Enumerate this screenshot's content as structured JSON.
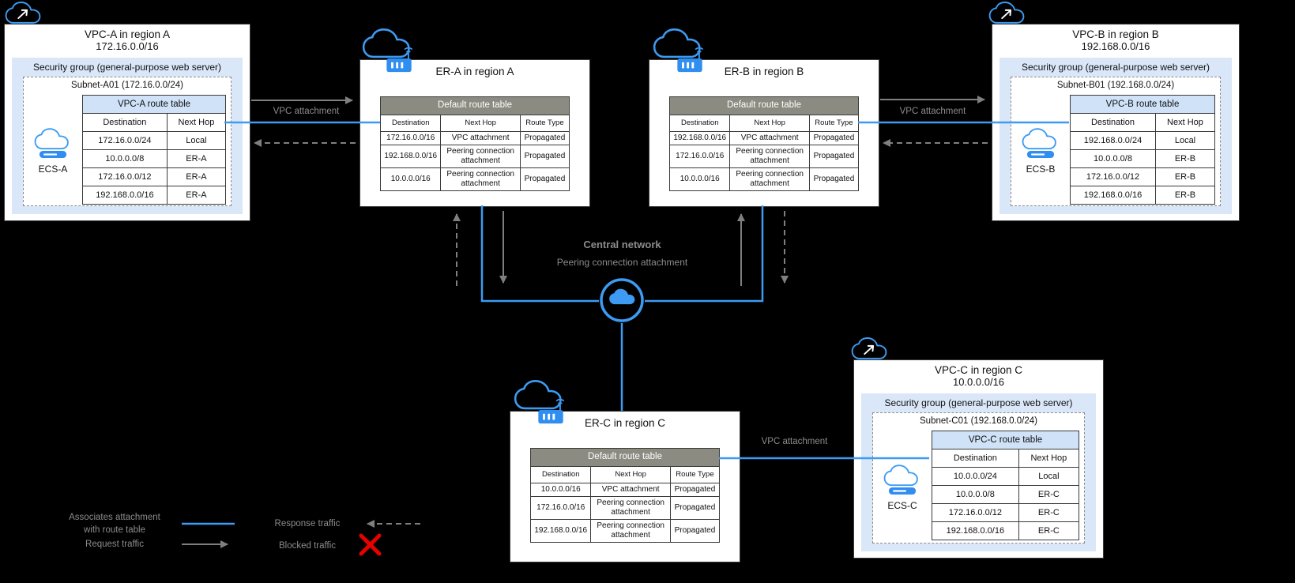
{
  "colors": {
    "accent_blue": "#3d9bf3",
    "arrow_gray": "#7f7f7f",
    "label_gray": "#8c8c8c",
    "er_table_header": "#8b8b82",
    "security_group_bg": "#d9e7f8",
    "route_table_title_bg": "#cfe2f7",
    "blocked_red": "#e60000"
  },
  "vpcs": {
    "a": {
      "title": "VPC-A in region A",
      "cidr": "172.16.0.0/16",
      "security_group": "Security group (general-purpose web server)",
      "subnet": "Subnet-A01 (172.16.0.0/24)",
      "ecs": "ECS-A",
      "table": {
        "title": "VPC-A route table",
        "headers": [
          "Destination",
          "Next Hop"
        ],
        "rows": [
          [
            "172.16.0.0/24",
            "Local"
          ],
          [
            "10.0.0.0/8",
            "ER-A"
          ],
          [
            "172.16.0.0/12",
            "ER-A"
          ],
          [
            "192.168.0.0/16",
            "ER-A"
          ]
        ]
      }
    },
    "b": {
      "title": "VPC-B in region B",
      "cidr": "192.168.0.0/16",
      "security_group": "Security group (general-purpose web server)",
      "subnet": "Subnet-B01 (192.168.0.0/24)",
      "ecs": "ECS-B",
      "table": {
        "title": "VPC-B route table",
        "headers": [
          "Destination",
          "Next Hop"
        ],
        "rows": [
          [
            "192.168.0.0/24",
            "Local"
          ],
          [
            "10.0.0.0/8",
            "ER-B"
          ],
          [
            "172.16.0.0/12",
            "ER-B"
          ],
          [
            "192.168.0.0/16",
            "ER-B"
          ]
        ]
      }
    },
    "c": {
      "title": "VPC-C in region C",
      "cidr": "10.0.0.0/16",
      "security_group": "Security group (general-purpose web server)",
      "subnet": "Subnet-C01 (192.168.0.0/24)",
      "ecs": "ECS-C",
      "table": {
        "title": "VPC-C route table",
        "headers": [
          "Destination",
          "Next Hop"
        ],
        "rows": [
          [
            "10.0.0.0/24",
            "Local"
          ],
          [
            "10.0.0.0/8",
            "ER-C"
          ],
          [
            "172.16.0.0/12",
            "ER-C"
          ],
          [
            "192.168.0.0/16",
            "ER-C"
          ]
        ]
      }
    }
  },
  "ers": {
    "a": {
      "title": "ER-A in region A",
      "table": {
        "title": "Default route table",
        "headers": [
          "Destination",
          "Next Hop",
          "Route Type"
        ],
        "rows": [
          [
            "172.16.0.0/16",
            "VPC attachment",
            "Propagated"
          ],
          [
            "192.168.0.0/16",
            "Peering connection attachment",
            "Propagated"
          ],
          [
            "10.0.0.0/16",
            "Peering connection attachment",
            "Propagated"
          ]
        ]
      }
    },
    "b": {
      "title": "ER-B in region B",
      "table": {
        "title": "Default route table",
        "headers": [
          "Destination",
          "Next Hop",
          "Route Type"
        ],
        "rows": [
          [
            "192.168.0.0/16",
            "VPC attachment",
            "Propagated"
          ],
          [
            "172.16.0.0/16",
            "Peering connection attachment",
            "Propagated"
          ],
          [
            "10.0.0.0/16",
            "Peering connection attachment",
            "Propagated"
          ]
        ]
      }
    },
    "c": {
      "title": "ER-C in region C",
      "table": {
        "title": "Default route table",
        "headers": [
          "Destination",
          "Next Hop",
          "Route Type"
        ],
        "rows": [
          [
            "10.0.0.0/16",
            "VPC attachment",
            "Propagated"
          ],
          [
            "172.16.0.0/16",
            "Peering connection attachment",
            "Propagated"
          ],
          [
            "192.168.0.0/16",
            "Peering connection attachment",
            "Propagated"
          ]
        ]
      }
    }
  },
  "center": {
    "title": "Central network",
    "subtitle": "Peering connection attachment"
  },
  "connections": {
    "vpc_attachment_left": "VPC attachment",
    "vpc_attachment_right": "VPC attachment",
    "vpc_attachment_bottom": "VPC attachment"
  },
  "legend": {
    "associates_line1": "Associates attachment",
    "associates_line2": "with route table",
    "request": "Request traffic",
    "response": "Response traffic",
    "blocked": "Blocked traffic"
  }
}
